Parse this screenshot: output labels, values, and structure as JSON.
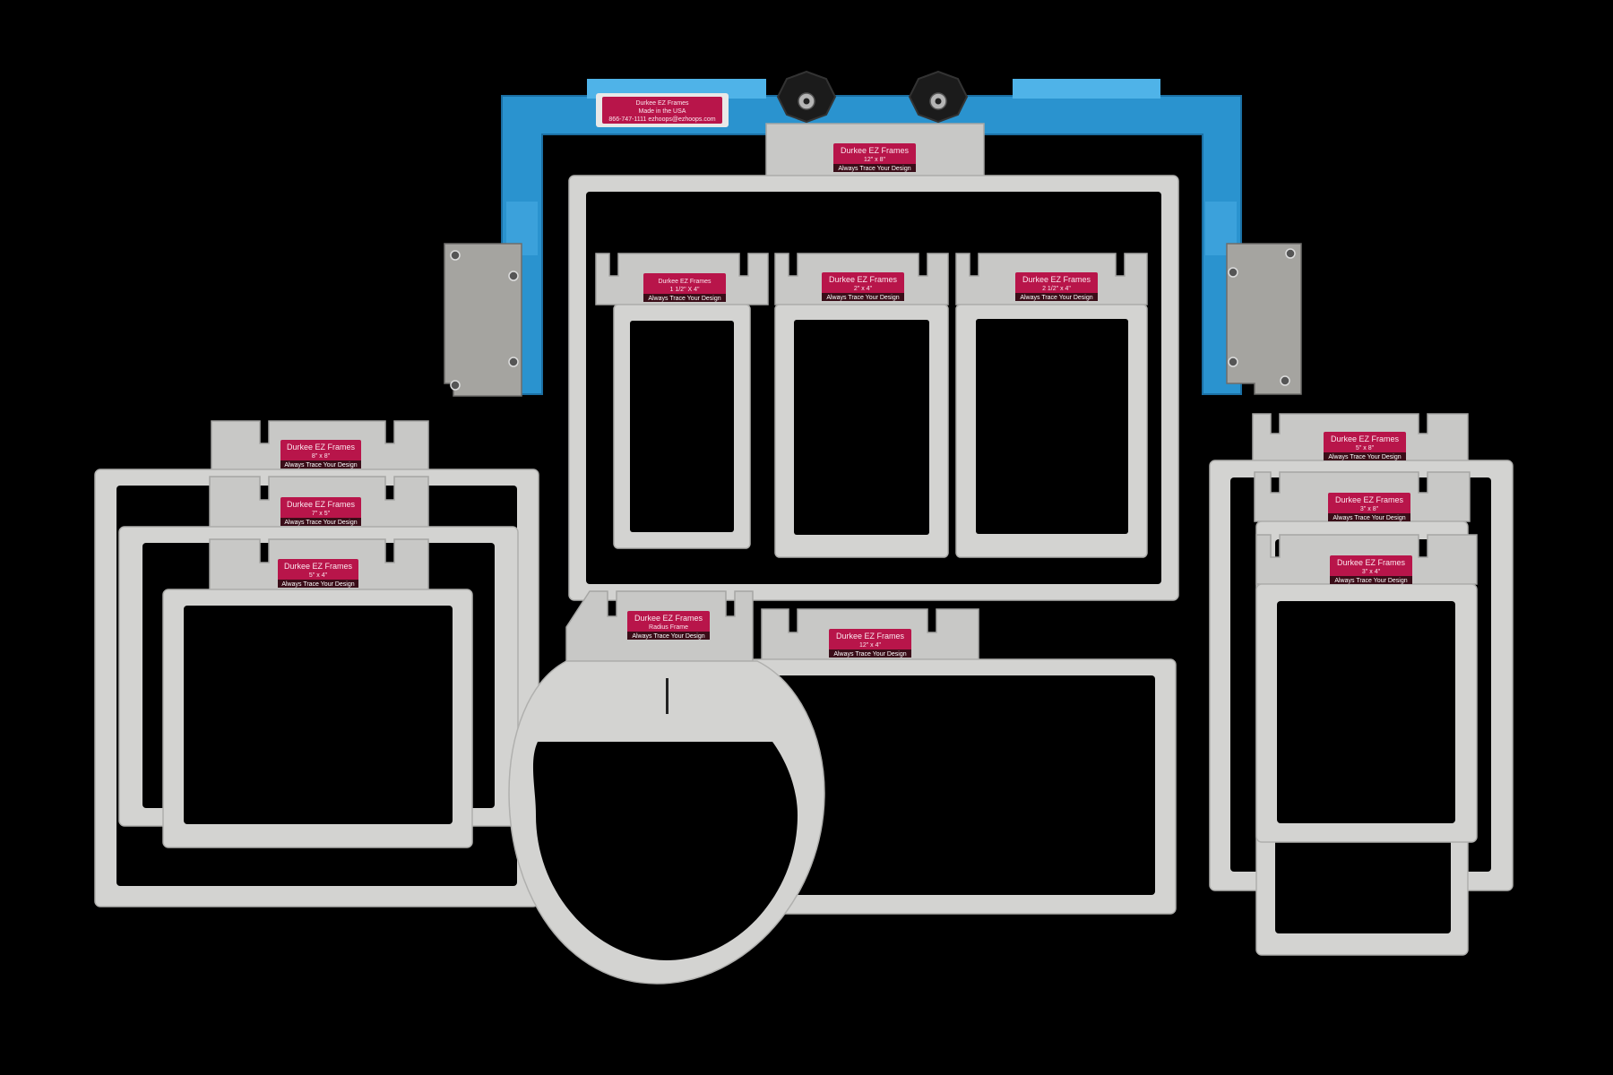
{
  "image": {
    "description_title": "",
    "background_color": "#000000"
  },
  "labels": {
    "bar": {
      "line1": "Durkee EZ Frames",
      "line2": "Made in the USA",
      "line3": "866-747-1111   ezhoops@ezhoops.com"
    },
    "top": {
      "line1": "Durkee EZ Frames",
      "line2": "12\" x 8\"",
      "line3": "Always Trace Your Design"
    },
    "inner_a": {
      "line1": "Durkee EZ Frames",
      "line2": "1 1/2\" X 4\"",
      "line3": "Always Trace Your Design"
    },
    "inner_b": {
      "line1": "Durkee EZ Frames",
      "line2": "2\" x 4\"",
      "line3": "Always Trace Your Design"
    },
    "inner_c": {
      "line1": "Durkee EZ Frames",
      "line2": "2 1/2\" x 4\"",
      "line3": "Always Trace Your Design"
    },
    "left_1": {
      "line1": "Durkee EZ Frames",
      "line2": "8\" x 8\"",
      "line3": "Always Trace Your Design"
    },
    "left_2": {
      "line1": "Durkee EZ Frames",
      "line2": "7\" x 5\"",
      "line3": "Always Trace Your Design"
    },
    "left_3": {
      "line1": "Durkee EZ Frames",
      "line2": "5\" x 4\"",
      "line3": "Always Trace Your Design"
    },
    "radius": {
      "line1": "Durkee EZ Frames",
      "line2": "Radius Frame",
      "line3": "Always Trace Your Design"
    },
    "wide": {
      "line1": "Durkee EZ Frames",
      "line2": "12\" x 4\"",
      "line3": "Always Trace Your Design"
    },
    "right_1": {
      "line1": "Durkee EZ Frames",
      "line2": "5\" x 8\"",
      "line3": "Always Trace Your Design"
    },
    "right_2": {
      "line1": "Durkee EZ Frames",
      "line2": "3\" x 8\"",
      "line3": "Always Trace Your Design"
    },
    "right_3": {
      "line1": "Durkee EZ Frames",
      "line2": "3\" x 4\"",
      "line3": "Always Trace Your Design"
    }
  },
  "colors": {
    "bracket": "#2a93cf",
    "frame": "#d3d3d1",
    "label": "#b8154a"
  }
}
